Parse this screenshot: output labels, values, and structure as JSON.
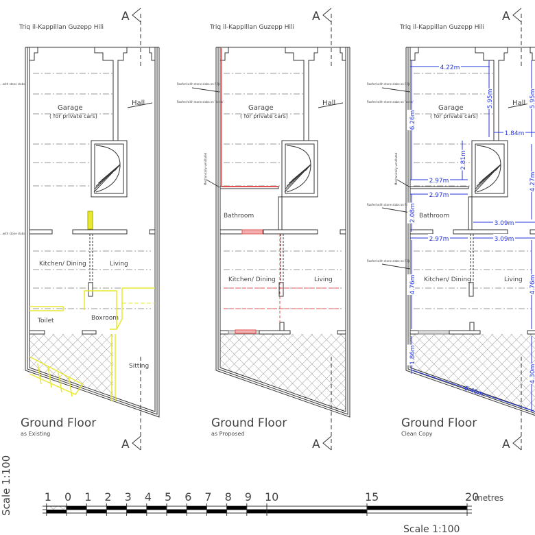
{
  "street_label": "Triq il-Kappillan Guzepp Hili",
  "section_marker": "A",
  "notes": {
    "rsj": "Roofed with stone slabs on RSJs",
    "xorok": "Roofed with stone slabs on 'xorok'",
    "vent": "Mechanically ventilated",
    "clipped_left": "...with stone slabs"
  },
  "plans": [
    {
      "title": "Ground Floor",
      "subtitle": "as Existing",
      "rooms": {
        "garage": "Garage",
        "garage_note": "( for private cars)",
        "hall": "Hall",
        "kitchen": "Kitchen/ Dining",
        "living": "Living",
        "toilet": "Toilet",
        "boxroom": "Boxroom",
        "sitting": "Sitting"
      }
    },
    {
      "title": "Ground Floor",
      "subtitle": "as Proposed",
      "rooms": {
        "garage": "Garage",
        "garage_note": "( for private cars)",
        "hall": "Hall",
        "bathroom": "Bathroom",
        "kitchen": "Kitchen/ Dining",
        "living": "Living"
      }
    },
    {
      "title": "Ground Floor",
      "subtitle": "Clean Copy",
      "rooms": {
        "garage": "Garage",
        "garage_note": "( for private cars)",
        "hall": "Hall",
        "bathroom": "Bathroom",
        "kitchen": "Kitchen/ Dining",
        "living": "Living"
      }
    }
  ],
  "dimensions": [
    "4.22m",
    "5.95m",
    "6.26m",
    "2.81m",
    "2.97m",
    "2.97m",
    "2.08m",
    "2.97m",
    "3.09m",
    "3.09m",
    "1.84m",
    "5.95m",
    "4.27m",
    "4.76m",
    "4.76m",
    "1.86m",
    "6.40m",
    "4.30m"
  ],
  "scale_bar": {
    "ticks": [
      "1",
      "0",
      "1",
      "2",
      "3",
      "4",
      "5",
      "6",
      "7",
      "8",
      "9",
      "10",
      "15",
      "20"
    ],
    "unit": "metres",
    "label": "Scale 1:100",
    "side_label": "Scale 1:100"
  },
  "colors": {
    "existing_highlight": "#e8e830",
    "proposed": "#e05050",
    "dimension": "#2233dd",
    "line": "#333333"
  }
}
